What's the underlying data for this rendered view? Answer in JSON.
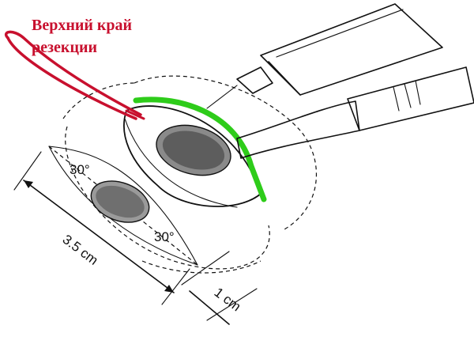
{
  "annotation": {
    "resection_upper_edge_line1": "Верхний край",
    "resection_upper_edge_line2": "резекции",
    "color_annotation": "#c8102e",
    "color_resection_margin": "#2ecc1a"
  },
  "dimensions": {
    "length_label": "3.5 cm",
    "margin_label": "1 cm",
    "angle_upper_label": "30°",
    "angle_lower_label": "30°"
  }
}
